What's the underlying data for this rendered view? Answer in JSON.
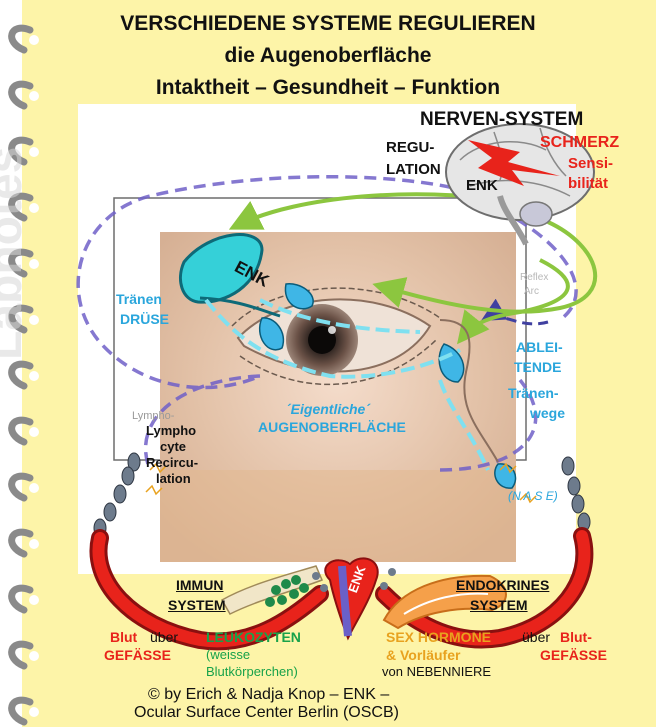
{
  "title": {
    "line1": "VERSCHIEDENE SYSTEME REGULIEREN",
    "line2": "die Augenoberfläche",
    "line3": "Intaktheit – Gesundheit – Funktion"
  },
  "nervous_system": {
    "title": "NERVEN-SYSTEM",
    "regulation_1": "REGU-",
    "regulation_2": "LATION",
    "enk": "ENK",
    "pain": "SCHMERZ",
    "sensibility_1": "Sensi-",
    "sensibility_2": "bilität"
  },
  "eye": {
    "gland_enk": "ENK",
    "lacrimal_1": "Tränen",
    "lacrimal_2": "DRÜSE",
    "drain_1": "ABLEI-",
    "drain_2": "TENDE",
    "drain_3": "Tränen-",
    "drain_4": "wege",
    "surface_1": "´Eigentliche´",
    "surface_2": "AUGENOBERFLÄCHE",
    "nose": "(N A S E)",
    "reflex_1": "Reflex",
    "reflex_2": "Arc",
    "lympho_bg": "Lympho-",
    "lympho_1": "Lympho",
    "lympho_2": "cyte",
    "lympho_3": "Recircu-",
    "lympho_4": "lation"
  },
  "systems": {
    "immune_1": "IMMUN",
    "immune_2": "SYSTEM",
    "endocrine_1": "ENDOKRINES",
    "endocrine_2": "SYSTEM",
    "heart_enk": "ENK"
  },
  "bottom": {
    "blood_left": "Blut",
    "via_left": "über",
    "vessels_left": "GEFÄSSE",
    "leukocytes": "LEUKOZYTEN",
    "leukocytes_sub1": "(weisse",
    "leukocytes_sub2": "Blutkörperchen)",
    "sex_hormones": "SEX HORMONE",
    "precursors": "& Vorläufer",
    "adrenal": "von NEBENNIERE",
    "via_right": "über",
    "blood_right": "Blut-",
    "vessels_right": "GEFÄSSE"
  },
  "credit": {
    "line1": "© by Erich & Nadja Knop – ENK –",
    "line2": "Ocular Surface Center Berlin (OSCB)"
  },
  "watermark": "Labnotes",
  "colors": {
    "paper": "#fdf4a8",
    "ring": "#8a8a8a",
    "red": "#e8231b",
    "blue": "#2aa6dc",
    "green": "#18a24a",
    "orange": "#e8a21f",
    "dashed_path": "#7060c8",
    "nerve_arrow": "#8cc63f"
  }
}
